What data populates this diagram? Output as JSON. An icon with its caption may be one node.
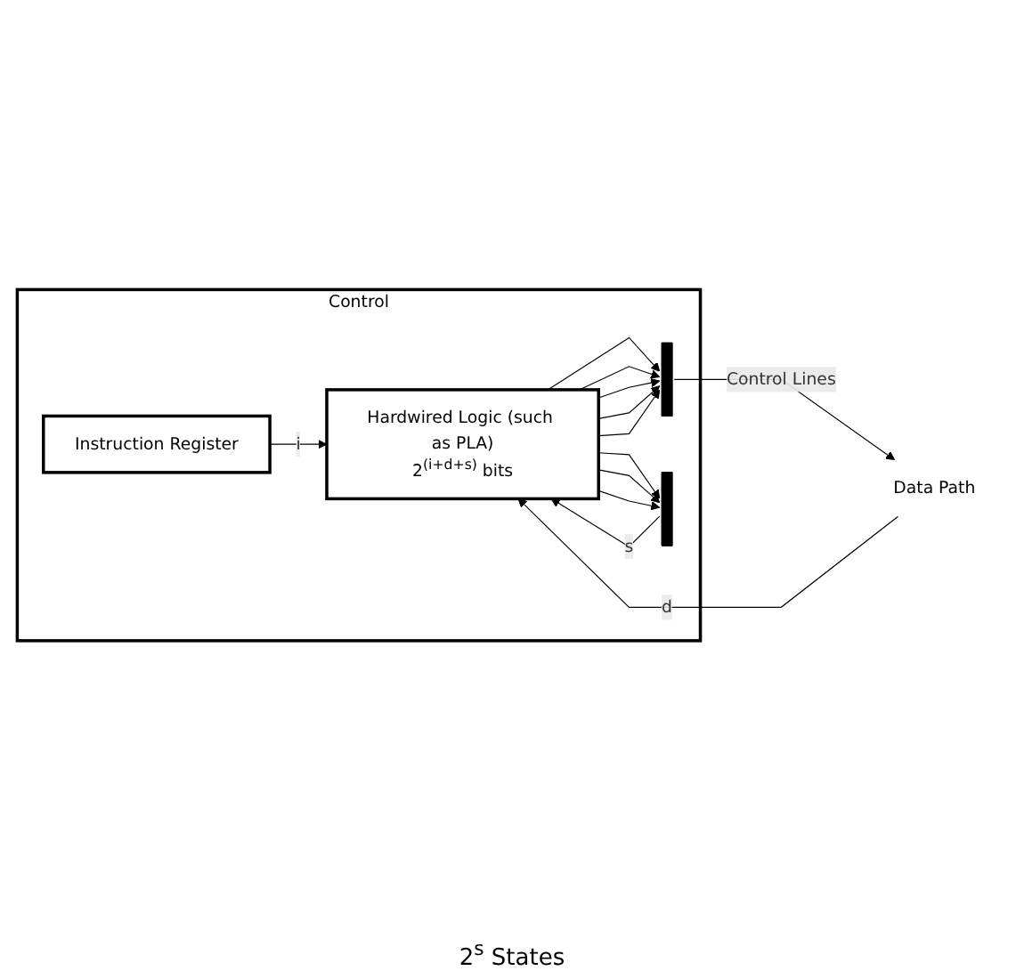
{
  "diagram": {
    "nodes": [
      {
        "text": [
          "Control"
        ]
      },
      {
        "text": [
          "Hardwired Logic (such as PLA)",
          "2$^{(i+d+s)}$ bits"
        ],
        "in": 0
      },
      {
        "text": [],
        "shape": "bar",
        "in": 0
      },
      {
        "text": [],
        "shape": "bar",
        "in": 0
      },
      {
        "text": [
          "Instruction Register"
        ],
        "in": 0
      },
      {
        "text": [
          "Data Path"
        ]
      }
    ],
    "edges": [
      {
        "from": 1,
        "to": 2,
        "arrow": "to"
      },
      {
        "from": 1,
        "to": 2,
        "arrow": "to"
      },
      {
        "from": 1,
        "to": 2,
        "arrow": "to"
      },
      {
        "from": 1,
        "to": 2,
        "arrow": "to"
      },
      {
        "from": 1,
        "to": 2,
        "arrow": "to"
      },
      {
        "from": 1,
        "to": 3,
        "arrow": "to"
      },
      {
        "from": 1,
        "to": 3,
        "arrow": "to"
      },
      {
        "from": 1,
        "to": 3,
        "arrow": "to"
      },
      {
        "from": 2,
        "to": 5,
        "arrow": "to",
        "label": "Control Lines"
      },
      {
        "from": 3,
        "to": 1,
        "arrow": "to",
        "label": "s"
      },
      {
        "from": 4,
        "to": 1,
        "arrow": "to",
        "label": "i"
      },
      {
        "from": 5,
        "to": 1,
        "arrow": "to",
        "label": "d"
      }
    ],
    "labels": [
      "2$^{s}$ States"
    ]
  }
}
